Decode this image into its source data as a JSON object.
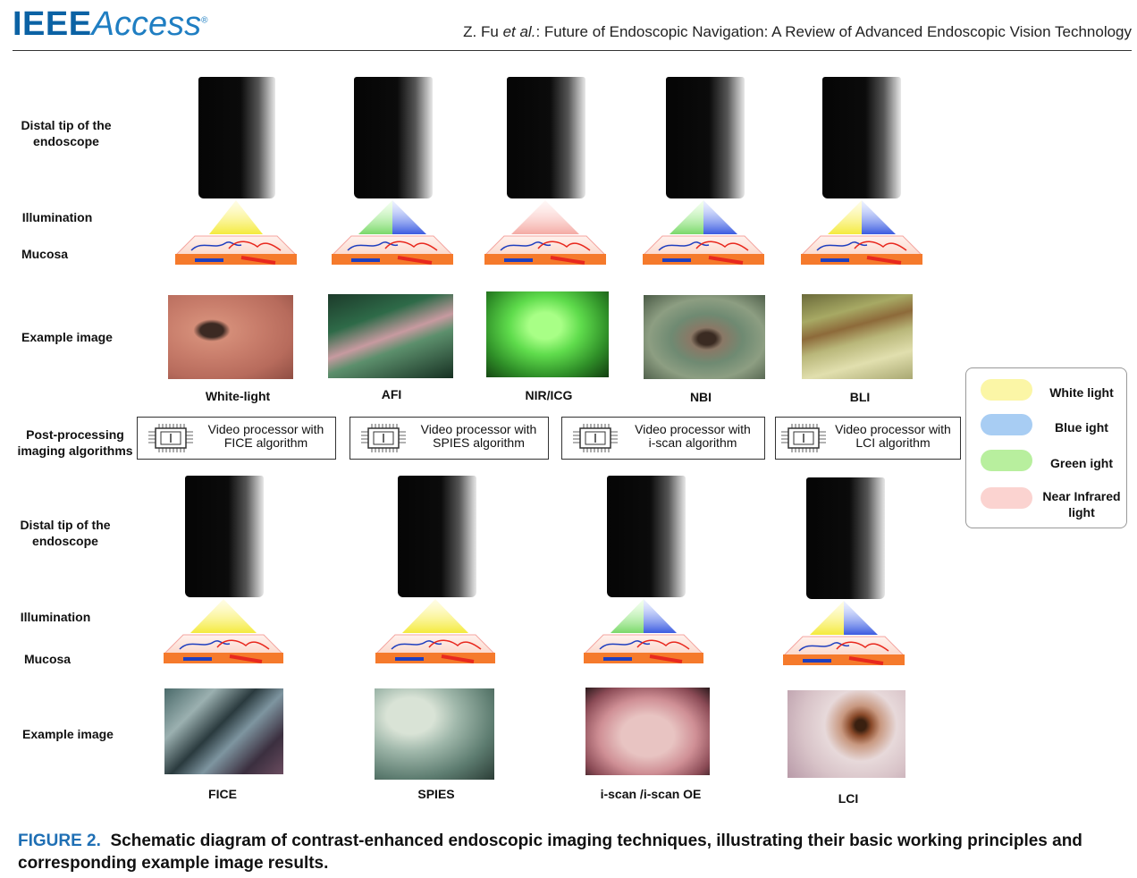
{
  "header": {
    "logo_ieee": "IEEE",
    "logo_access": "Access",
    "logo_mark": "®",
    "authors": "Z. Fu ",
    "etal": "et al.",
    "title_rest": ": Future of Endoscopic Navigation: A Review of Advanced Endoscopic Vision Technology"
  },
  "row_labels": {
    "distal_tip": "Distal tip of the endoscope",
    "illumination": "Illumination",
    "mucosa": "Mucosa",
    "example_image": "Example image",
    "post_processing": "Post-processing imaging algorithms"
  },
  "top_techniques": [
    {
      "caption": "White-light",
      "lights": [
        "White light"
      ]
    },
    {
      "caption": "AFI",
      "lights": [
        "Green light",
        "Blue light"
      ]
    },
    {
      "caption": "NIR/ICG",
      "lights": [
        "Near infrared light"
      ]
    },
    {
      "caption": "NBI",
      "lights": [
        "Green light",
        "Blue light"
      ]
    },
    {
      "caption": "BLI",
      "lights": [
        "White light",
        "Blue light"
      ]
    }
  ],
  "processors": [
    {
      "line1": "Video processor with",
      "line2": "FICE  algorithm"
    },
    {
      "line1": "Video processor with",
      "line2": "SPIES  algorithm"
    },
    {
      "line1": "Video processor with",
      "line2": "i-scan  algorithm"
    },
    {
      "line1": "Video processor with",
      "line2": "LCI  algorithm"
    }
  ],
  "bottom_techniques": [
    {
      "caption": "FICE",
      "lights": [
        "White light"
      ]
    },
    {
      "caption": "SPIES",
      "lights": [
        "White light"
      ]
    },
    {
      "caption": "i-scan /i-scan OE",
      "lights": [
        "Green light",
        "Blue light"
      ]
    },
    {
      "caption": "LCI",
      "lights": [
        "White light",
        "Blue light"
      ]
    }
  ],
  "legend": [
    {
      "label": "White light",
      "color": "#fbf6a6"
    },
    {
      "label": "Blue ight",
      "color": "#a8cdf3"
    },
    {
      "label": "Green ight",
      "color": "#b8ef9e"
    },
    {
      "label": "Near Infrared light",
      "color": "#fbd3d0"
    }
  ],
  "colors": {
    "yellow_beam": "#f7ef5a",
    "blue_beam": "#4d6fe6",
    "green_beam": "#8fe07a",
    "pink_beam": "#f7b8b3",
    "mucosa_orange": "#f57a2c",
    "vessel_red": "#e8281e",
    "vessel_blue": "#1f3fbf",
    "accent_blue": "#1f6fb4"
  },
  "caption": {
    "label": "FIGURE 2.",
    "text": "Schematic diagram of contrast-enhanced endoscopic imaging techniques, illustrating their basic working principles and corresponding example image results."
  }
}
